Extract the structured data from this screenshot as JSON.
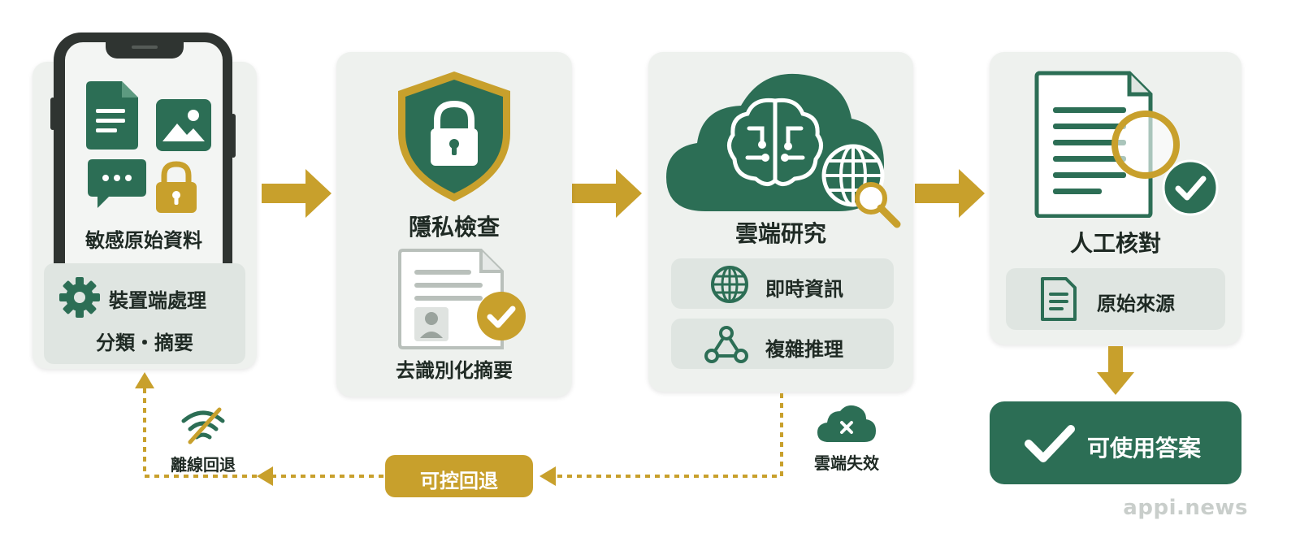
{
  "stages": {
    "device": {
      "screen_label": "敏感原始資料",
      "panel_title": "裝置端處理",
      "panel_subtitle": "分類・摘要"
    },
    "privacy": {
      "title": "隱私檢查",
      "subtitle": "去識別化摘要"
    },
    "cloud": {
      "title": "雲端研究",
      "items": [
        "即時資訊",
        "複雜推理"
      ]
    },
    "review": {
      "title": "人工核對",
      "item": "原始來源"
    }
  },
  "fallback": {
    "cloud_fail_label": "雲端失效",
    "controlled_label": "可控回退",
    "offline_label": "離線回退"
  },
  "result": {
    "label": "可使用答案"
  },
  "watermark": "appi.news",
  "colors": {
    "green": "#2c6e55",
    "gold": "#c8a02c",
    "card": "#eef1ee",
    "panel": "#dfe5e1"
  },
  "icons": [
    "document-icon",
    "image-icon",
    "chat-icon",
    "lock-icon",
    "gear-icon",
    "shield-lock-icon",
    "id-document-icon",
    "check-badge-icon",
    "cloud-brain-icon",
    "globe-icon",
    "search-icon",
    "network-icon",
    "report-icon",
    "magnifier-icon",
    "cloud-fail-icon",
    "wifi-off-icon",
    "check-icon"
  ]
}
